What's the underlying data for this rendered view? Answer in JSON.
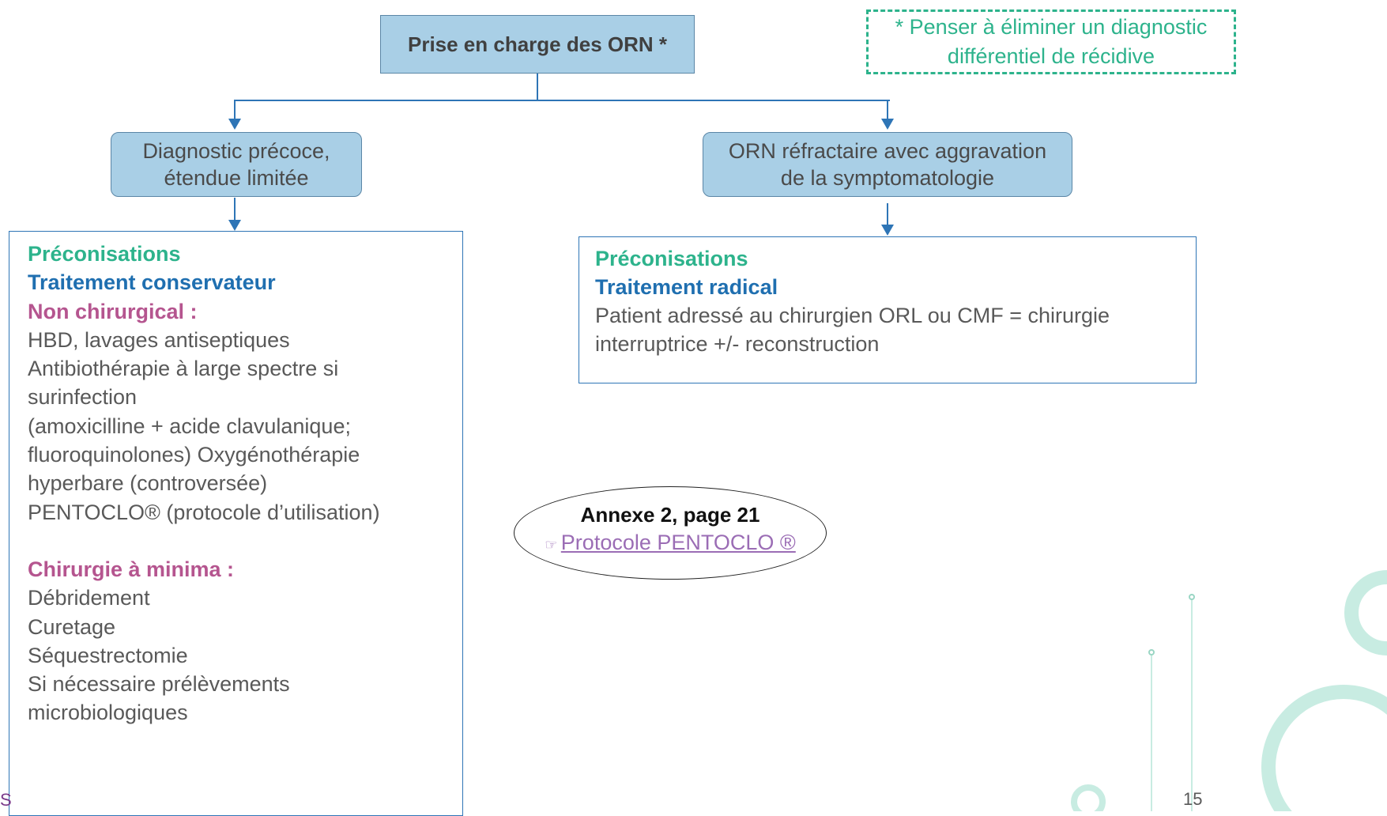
{
  "title": "Prise en charge des ORN *",
  "note": {
    "line1": "* Penser à éliminer un diagnostic",
    "line2": "différentiel de récidive"
  },
  "left_node": {
    "line1": "Diagnostic précoce,",
    "line2": "étendue limitée"
  },
  "right_node": {
    "line1": "ORN réfractaire avec aggravation",
    "line2": "de la symptomatologie"
  },
  "left_panel": {
    "preconisations": "Préconisations",
    "treatment": "Traitement conservateur",
    "non_chir_heading": "Non chirurgical :",
    "non_chir_lines": [
      "HBD, lavages antiseptiques",
      "Antibiothérapie à large spectre si",
      "surinfection",
      "(amoxicilline + acide clavulanique;",
      "fluoroquinolones) Oxygénothérapie",
      "hyperbare (controversée)",
      "PENTOCLO® (protocole d’utilisation)"
    ],
    "chir_heading": "Chirurgie à minima :",
    "chir_lines": [
      "Débridement",
      "Curetage",
      "Séquestrectomie",
      "Si nécessaire prélèvements",
      "microbiologiques"
    ]
  },
  "right_panel": {
    "preconisations": "Préconisations",
    "treatment": "Traitement radical",
    "line1": "Patient adressé au chirurgien ORL ou CMF = chirurgie",
    "line2": "interruptrice +/- reconstruction"
  },
  "annex": {
    "title": "Annexe 2, page 21",
    "icon": "☞",
    "link": "Protocole PENTOCLO ®"
  },
  "page_number": "15",
  "footer_letter": "S",
  "colors": {
    "node_fill": "#a9cfe6",
    "connector": "#2e75b6",
    "green": "#2db38c",
    "blue": "#1f6fb0",
    "pink": "#b5558f"
  }
}
